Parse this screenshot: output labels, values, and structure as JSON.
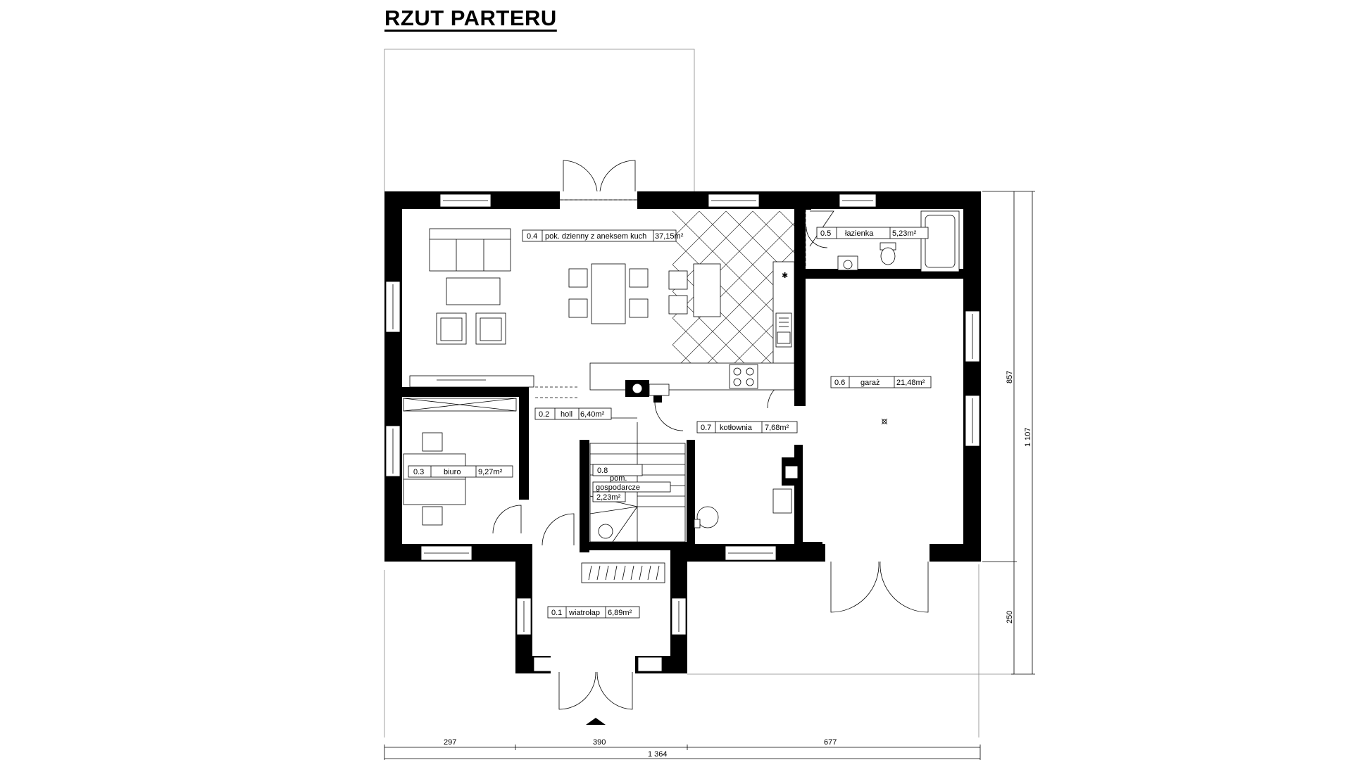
{
  "title": "RZUT PARTERU",
  "rooms": [
    {
      "number": "0.1",
      "name": "wiatrołap",
      "area": "6,89m²"
    },
    {
      "number": "0.2",
      "name": "holl",
      "area": "6,40m²"
    },
    {
      "number": "0.3",
      "name": "biuro",
      "area": "9,27m²"
    },
    {
      "number": "0.4",
      "name": "pok. dzienny z aneksem kuch",
      "area": "37,15m²"
    },
    {
      "number": "0.5",
      "name": "łazienka",
      "area": "5,23m²"
    },
    {
      "number": "0.6",
      "name": "garaż",
      "area": "21,48m²"
    },
    {
      "number": "0.7",
      "name": "kotłownia",
      "area": "7,68m²"
    },
    {
      "number": "0.8",
      "name_line1": "pom.",
      "name_line2": "gospodarcze",
      "area": "2,23m²"
    }
  ],
  "dimensions": {
    "bottom_segments": [
      "297",
      "390",
      "677"
    ],
    "bottom_total": "1 364",
    "right_upper": "857",
    "right_lower": "250",
    "right_total": "1 107"
  }
}
